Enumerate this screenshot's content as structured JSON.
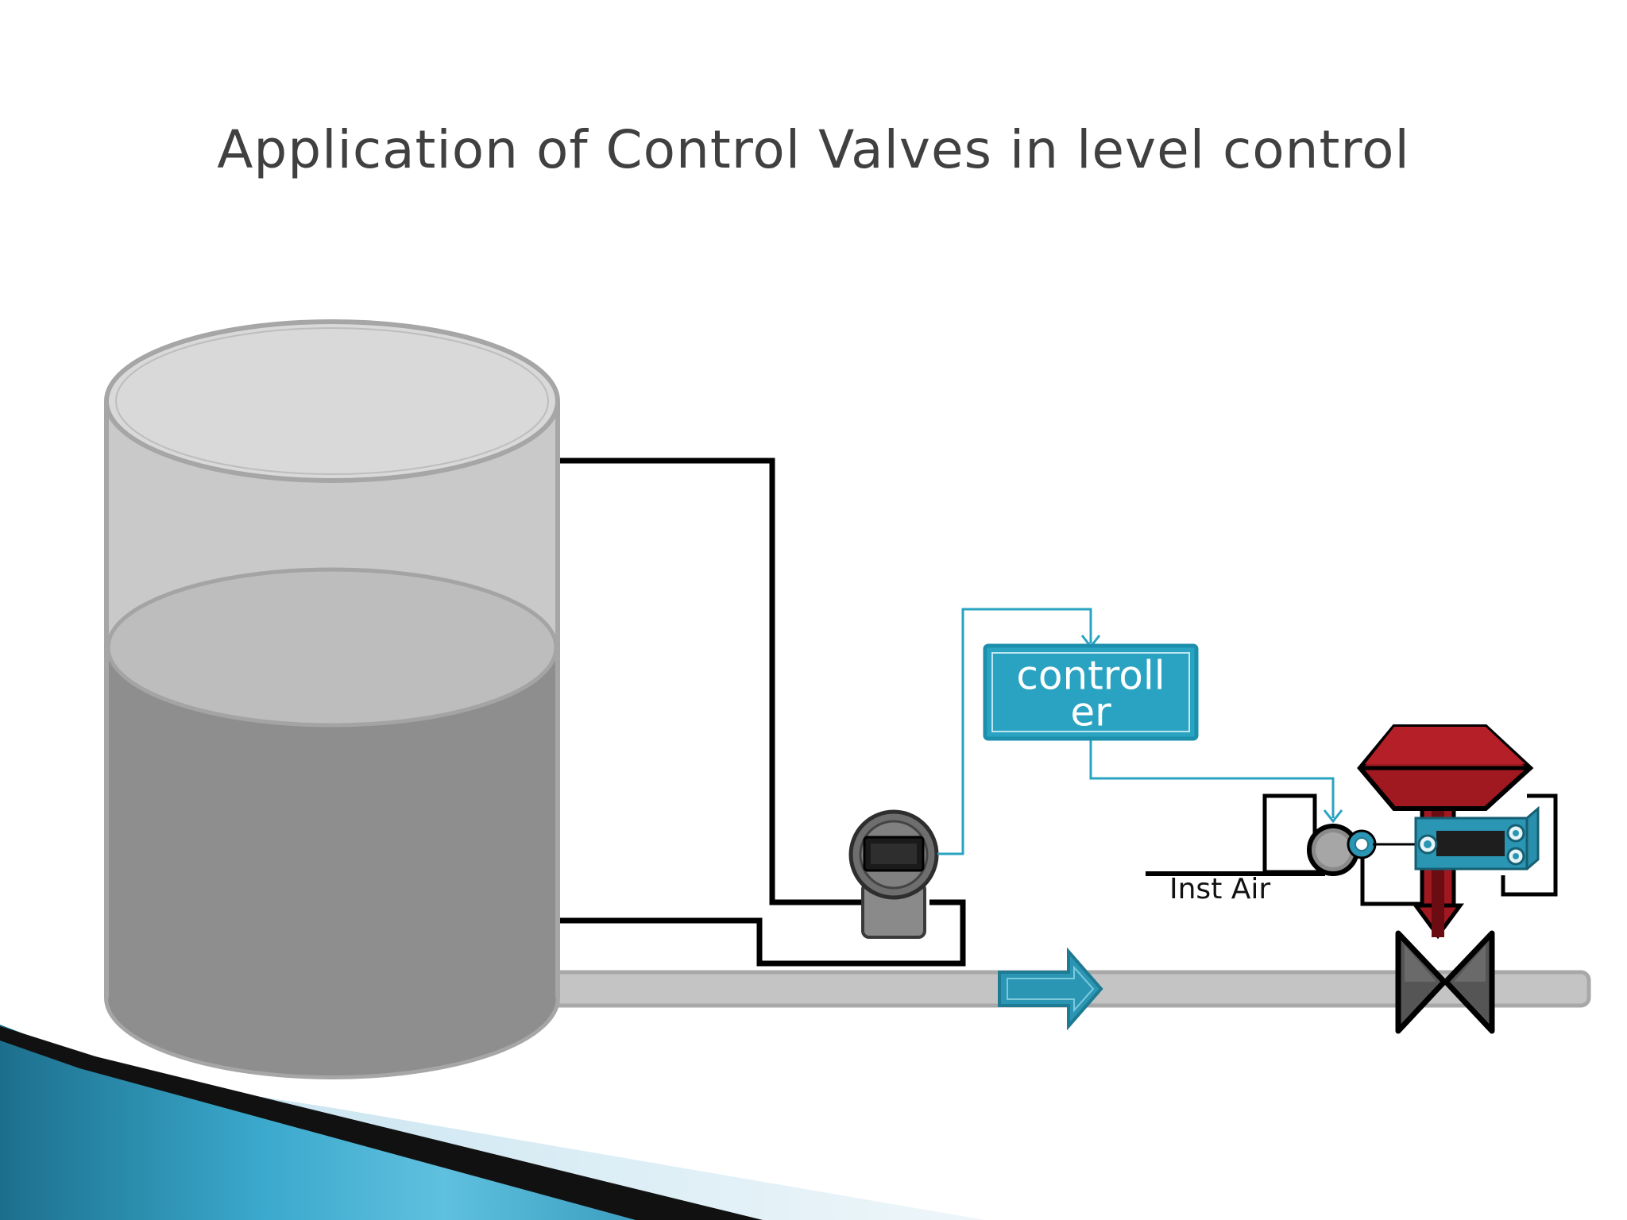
{
  "slide": {
    "title": "Application of Control Valves in level control"
  },
  "controller": {
    "label_line1": "controll",
    "label_line2": "er",
    "fill_color": "#2aa3c2"
  },
  "inst_air": {
    "label": "Inst Air"
  },
  "flow_arrow": {
    "icon": "right-arrow-icon",
    "color": "#2a96b4"
  },
  "valve": {
    "actuator_color": "#a01820",
    "body_color": "#555555"
  },
  "colors": {
    "signal_line": "#2aa3c2",
    "impulse_line": "#000000",
    "pipe": "#c0c0c0",
    "tank_liquid": "#8e8e8e"
  }
}
